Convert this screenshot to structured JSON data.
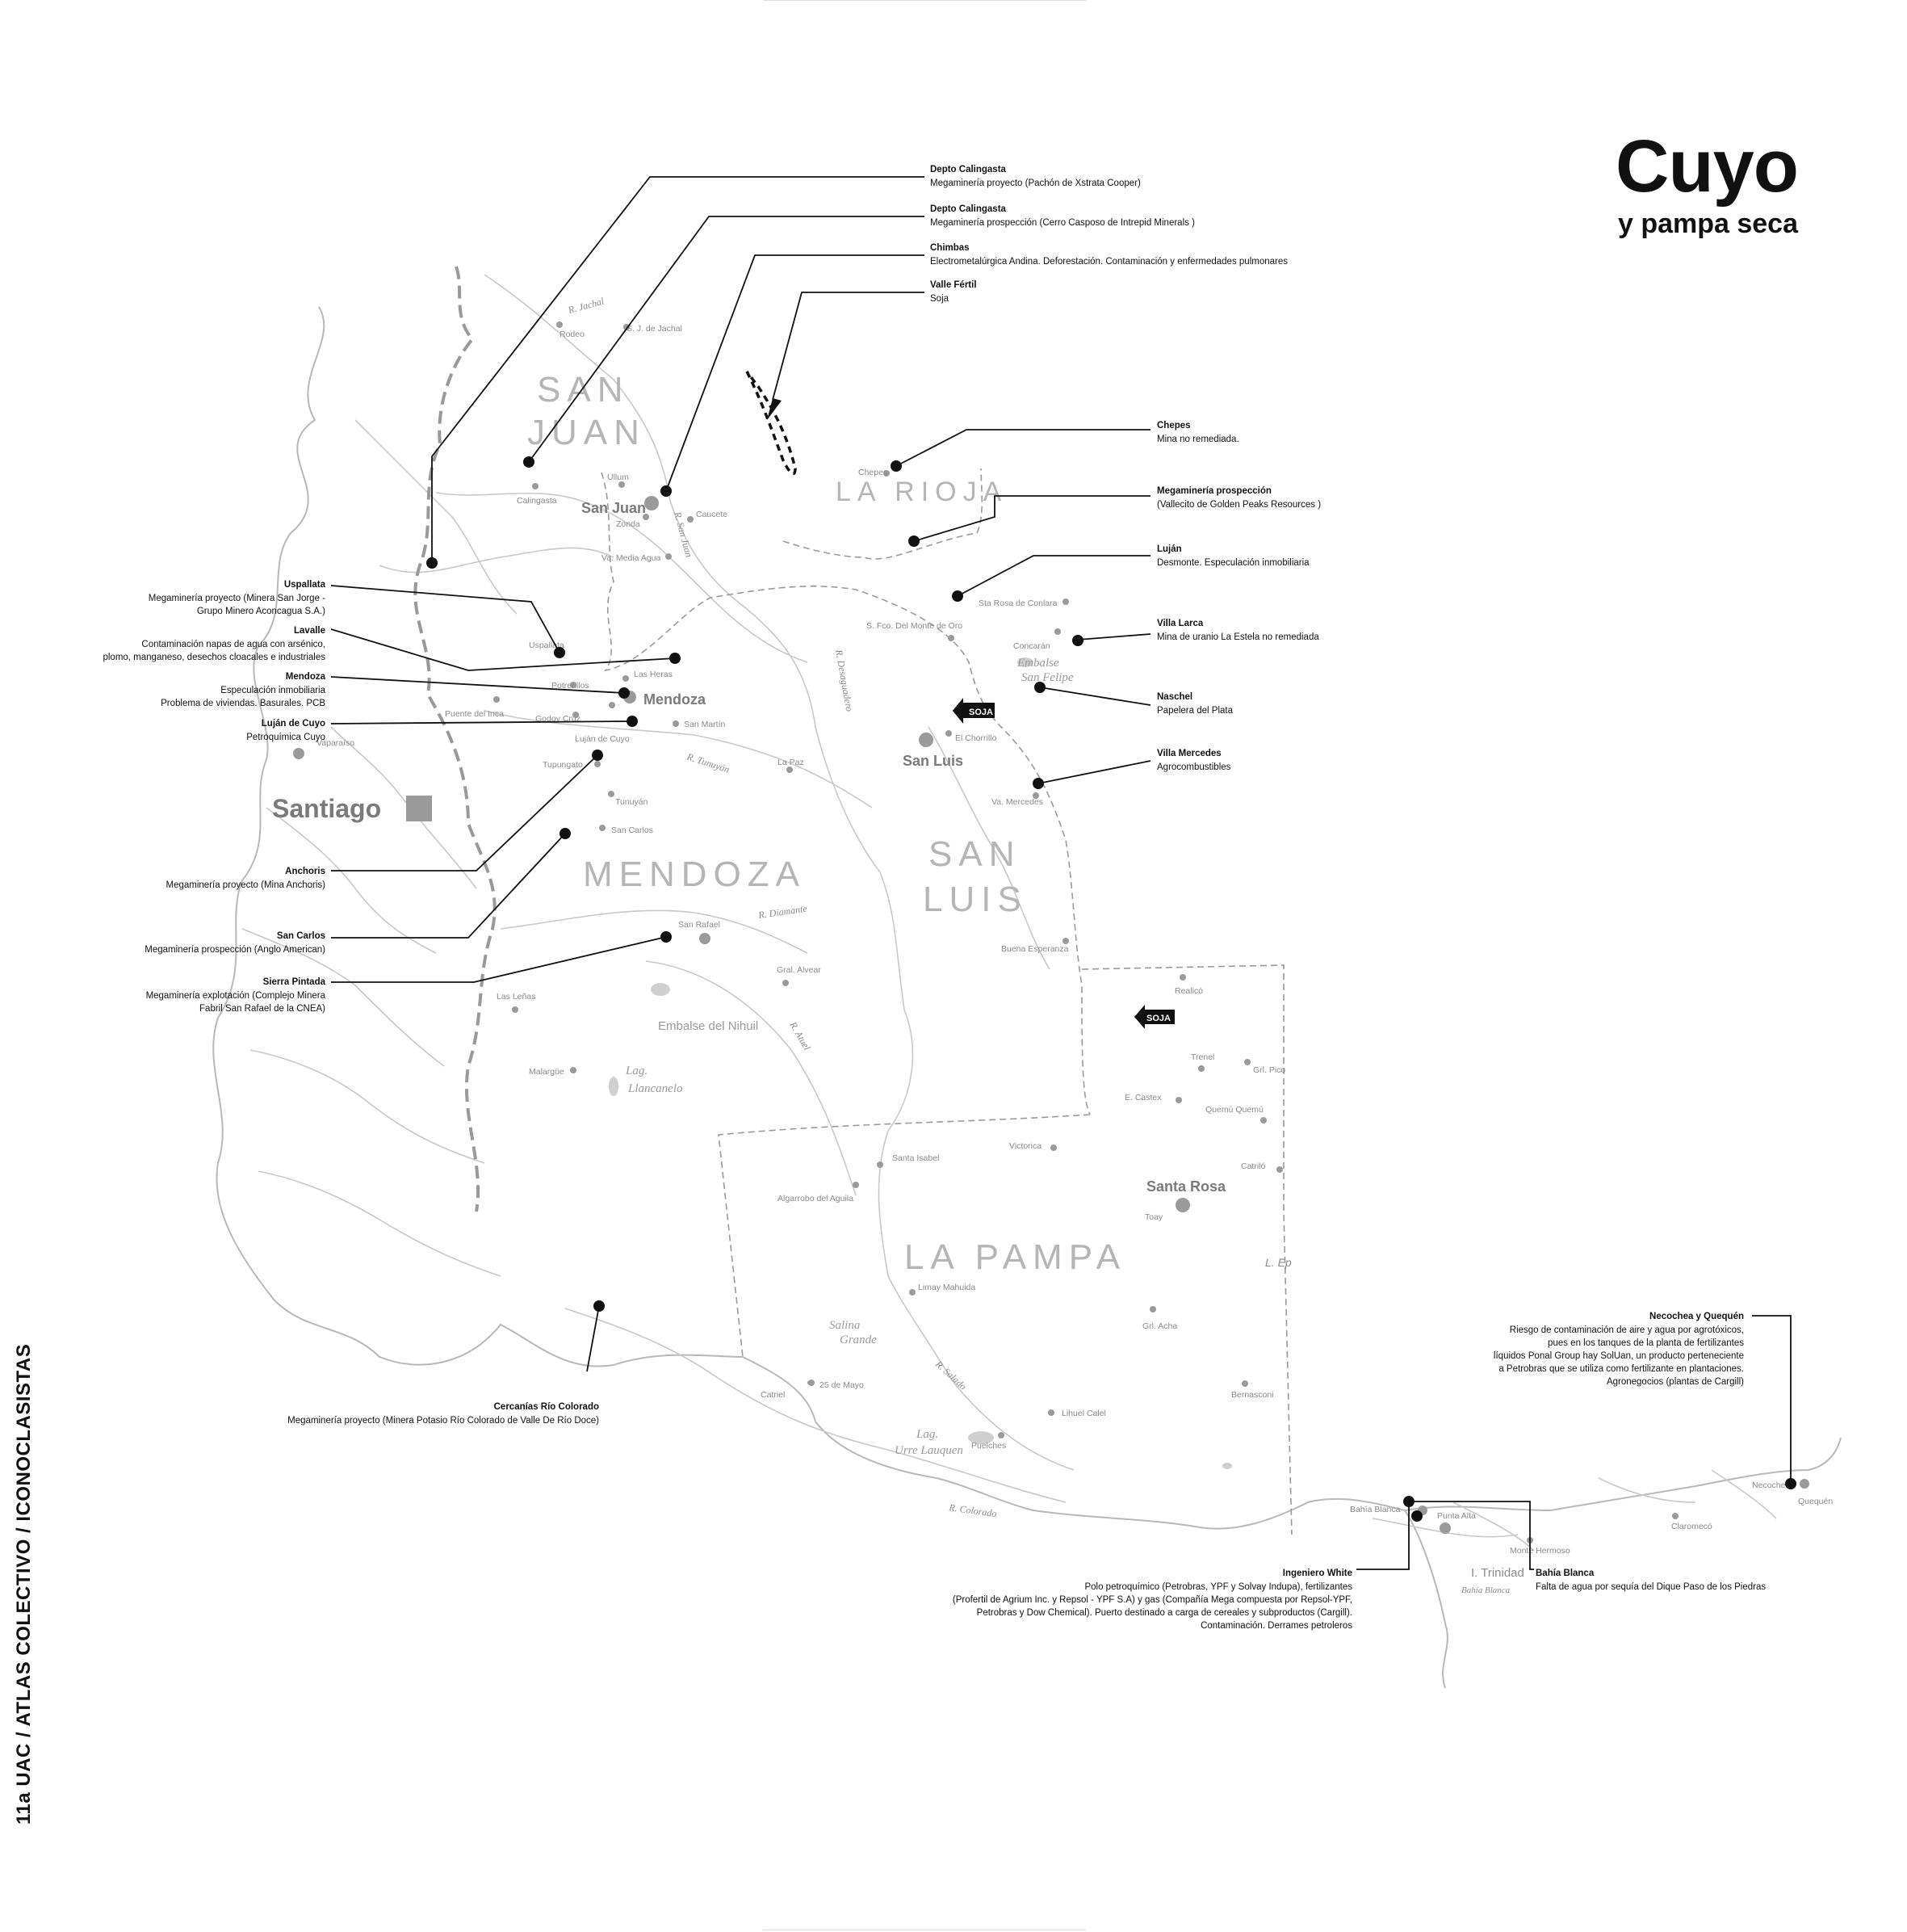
{
  "header": {
    "title": "Cuyo",
    "subtitle": "y pampa seca"
  },
  "side_credit": "11a UAC / ATLAS COLECTIVO / ICONOCLASISTAS",
  "provinces": [
    "SAN",
    "JUAN",
    "LA RIOJA",
    "MENDOZA",
    "SAN",
    "LUIS",
    "LA PAMPA"
  ],
  "cities": [
    "San Juan",
    "Mendoza",
    "San Luis",
    "Santa Rosa",
    "Santiago"
  ],
  "places": [
    "Rodeo",
    "S. J. de Jachal",
    "Ullum",
    "Calingasta",
    "Zonda",
    "Caucete",
    "Va. Media Agua",
    "Chepes",
    "Uspallata",
    "Potrerillos",
    "Las Heras",
    "Puente del Inca",
    "Godoy Cruz",
    "San Martín",
    "Luján de Cuyo",
    "Vaparaíso",
    "Tupungato",
    "Tunuyán",
    "San Carlos",
    "La Paz",
    "San Rafael",
    "Gral. Alvear",
    "Las Leñas",
    "Malargüe",
    "Sta Rosa de Conlara",
    "S. Fco. Del Monte de Oro",
    "Concarán",
    "El Chorrillo",
    "Va. Mercedes",
    "Buena Esperanza",
    "Realicó",
    "Trenel",
    "Grl. Pico",
    "E. Castex",
    "Quemú Quemú",
    "Victorica",
    "Catriló",
    "Santa Isabel",
    "Algarrobo del Aguila",
    "Toay",
    "Limay Mahuida",
    "Grl. Acha",
    "25 de Mayo",
    "Catriel",
    "Lihuel Calel",
    "Bernasconi",
    "Puelches",
    "Bahía Blanca",
    "Punta Alta",
    "Monte Hermoso",
    "Claromecó",
    "Necochea",
    "Quequén",
    "I. Trinidad",
    "L. Ep"
  ],
  "rivers": [
    "R. Jachal",
    "R. San Juan",
    "R. Desaguadero",
    "R. Tunuyán",
    "R. Diamante",
    "R. Atuel",
    "R. Salado",
    "R. Colorado",
    "Bahía Blanca"
  ],
  "lakes": [
    "Embalse",
    "San Felipe",
    "Embalse del Nihuil",
    "Lag.",
    "Llancanelo",
    "Salina",
    "Grande",
    "Lag.",
    "Urre Lauquen"
  ],
  "soja_badges": [
    "SOJA",
    "SOJA"
  ],
  "annotations": [
    {
      "title": "Depto Calingasta",
      "lines": [
        "Megaminería proyecto (Pachón de Xstrata Cooper)"
      ]
    },
    {
      "title": " Depto Calingasta",
      "lines": [
        "Megaminería prospección (Cerro Casposo de Intrepid Minerals )"
      ]
    },
    {
      "title": "Chimbas",
      "lines": [
        "Electrometalúrgica Andina. Deforestación. Contaminación y enfermedades pulmonares"
      ]
    },
    {
      "title": "Valle Fértil",
      "lines": [
        "Soja"
      ]
    },
    {
      "title": "Chepes",
      "lines": [
        "Mina no remediada."
      ]
    },
    {
      "title": "Megaminería prospección",
      "lines": [
        "(Vallecito de Golden Peaks Resources )"
      ]
    },
    {
      "title": "Luján",
      "lines": [
        "Desmonte. Especulación inmobiliaria"
      ]
    },
    {
      "title": "Villa Larca",
      "lines": [
        "Mina de uranio La Estela no remediada"
      ]
    },
    {
      "title": "Naschel",
      "lines": [
        "Papelera del Plata"
      ]
    },
    {
      "title": "Villa Mercedes",
      "lines": [
        "Agrocombustibles"
      ]
    },
    {
      "title": "Uspallata",
      "lines": [
        "Megaminería proyecto (Minera San Jorge -",
        "Grupo Minero Aconcagua S.A.)"
      ]
    },
    {
      "title": "Lavalle",
      "lines": [
        "Contaminación napas de agua con arsénico,",
        "plomo, manganeso, desechos cloacales e industriales"
      ]
    },
    {
      "title": "Mendoza",
      "lines": [
        "Especulación inmobiliaria",
        "Problema de viviendas. Basurales. PCB"
      ]
    },
    {
      "title": "Luján de Cuyo",
      "lines": [
        "Petroquímica Cuyo"
      ]
    },
    {
      "title": "Anchoris",
      "lines": [
        "Megaminería proyecto (Mina Anchoris)"
      ]
    },
    {
      "title": "San Carlos",
      "lines": [
        "Megaminería prospección (Anglo American)"
      ]
    },
    {
      "title": "Sierra Pintada",
      "lines": [
        "Megaminería explotación (Complejo Minera",
        "Fabril San Rafael de la CNEA)"
      ]
    },
    {
      "title": "Cercanías Río Colorado",
      "lines": [
        "Megaminería proyecto (Minera Potasio Río Colorado de Valle De Río Doce)"
      ]
    },
    {
      "title": "Necochea y Quequén",
      "lines": [
        "Riesgo de contaminación de aire y agua por agrotóxicos,",
        "pues en los tanques de la planta de fertilizantes",
        "líquidos Ponal Group hay SolUan, un producto perteneciente",
        "a Petrobras que se utiliza como fertilizante en plantaciones.",
        "Agronegocios (plantas de Cargill)"
      ]
    },
    {
      "title": "Ingeniero White",
      "lines": [
        "Polo petroquímico  (Petrobras, YPF y Solvay Indupa), fertilizantes",
        "(Profertil de Agrium Inc. y Repsol - YPF S.A) y gas (Compañía Mega compuesta por Repsol-YPF,",
        "Petrobras y Dow Chemical). Puerto destinado a carga de cereales y subproductos (Cargill).",
        "Contaminación. Derrames petroleros"
      ]
    },
    {
      "title": "Bahía Blanca",
      "lines": [
        "Falta de agua por sequía del Dique Paso de los Piedras"
      ]
    }
  ]
}
